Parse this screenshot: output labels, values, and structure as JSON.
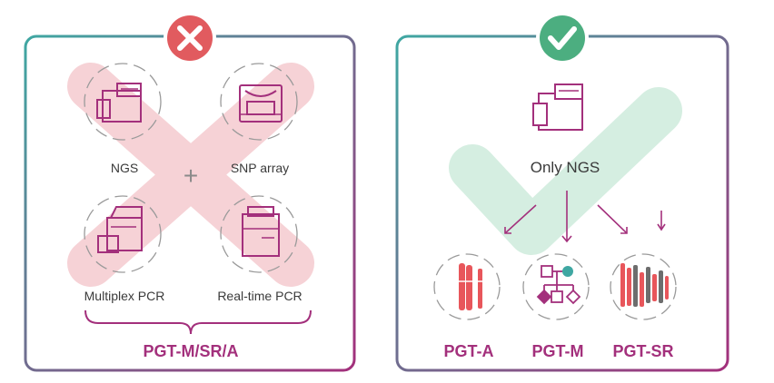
{
  "left_panel": {
    "status_icon": "cross-icon",
    "items": [
      "NGS",
      "SNP array",
      "Multiplex PCR",
      "Real-time PCR"
    ],
    "plus_sign": "+",
    "summary_label": "PGT-M/SR/A"
  },
  "right_panel": {
    "status_icon": "check-icon",
    "center_label": "Only NGS",
    "outputs": [
      "PGT-A",
      "PGT-M",
      "PGT-SR"
    ]
  },
  "colors": {
    "teal": "#3fa7a2",
    "purple": "#a3307c",
    "red_badge": "#e15b5f",
    "green_badge": "#4cae80",
    "cross_fill": "#f6d2d6",
    "check_fill": "#d5eee1",
    "chromosome_red": "#e8565b",
    "chromosome_gray": "#6d6d6d"
  }
}
